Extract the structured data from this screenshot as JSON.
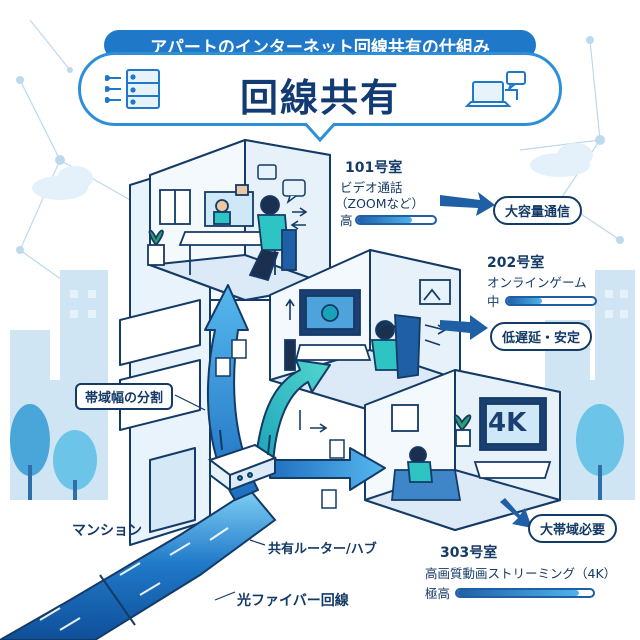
{
  "header": {
    "subtitle": "アパートのインターネット回線共有の仕組み",
    "title": "回線共有"
  },
  "rooms": [
    {
      "room_number": "101号室",
      "activity_line1": "ビデオ通話",
      "activity_line2": "（ZOOMなど）",
      "level_label": "高",
      "level_fraction": 0.7,
      "benefit": "大容量通信"
    },
    {
      "room_number": "202号室",
      "activity_line1": "オンラインゲーム",
      "level_label": "中",
      "level_fraction": 0.4,
      "benefit": "低遅延・安定"
    },
    {
      "room_number": "303号室",
      "activity_line1": "高画質動画ストリーミング（4K）",
      "level_label": "極高",
      "level_fraction": 0.9,
      "benefit": "大帯域必要"
    }
  ],
  "labels": {
    "bandwidth_split": "帯域幅の分割",
    "building": "マンション",
    "router": "共有ルーター/ハブ",
    "fiber": "光ファイバー回線",
    "tv_text": "4K"
  },
  "icons": {
    "left": "server-icon",
    "right": "laptop-icon"
  },
  "colors": {
    "navy": "#143a66",
    "blue": "#1f78c8",
    "light_blue": "#4fb3e8",
    "teal": "#2ec4c4",
    "sky": "#d9eef9"
  }
}
